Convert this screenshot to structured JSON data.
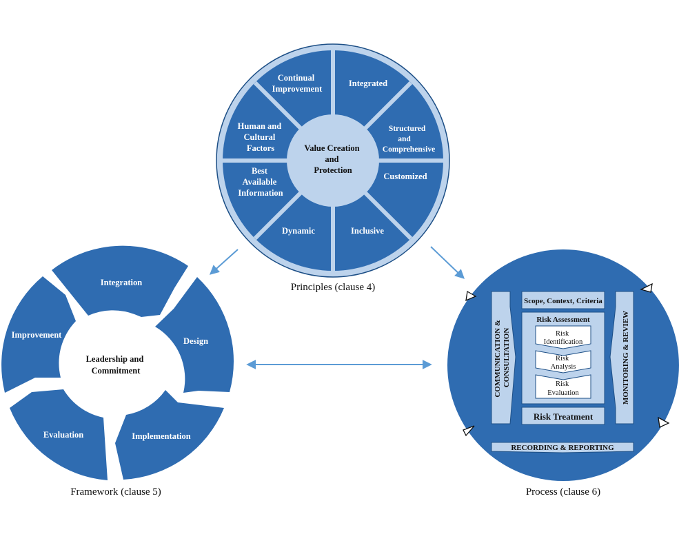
{
  "colors": {
    "dark_blue": "#2f6cb1",
    "light_blue": "#bdd3ec",
    "edge_blue": "#1d4f86",
    "arrow_blue": "#5b9bd5"
  },
  "principles": {
    "caption": "Principles (clause 4)",
    "center": [
      "Value Creation",
      "and",
      "Protection"
    ],
    "segments": {
      "continual_improvement": [
        "Continual",
        "Improvement"
      ],
      "integrated": [
        "Integrated"
      ],
      "structured": [
        "Structured",
        "and",
        "Comprehensive"
      ],
      "customized": [
        "Customized"
      ],
      "inclusive": [
        "Inclusive"
      ],
      "dynamic": [
        "Dynamic"
      ],
      "best_info": [
        "Best",
        "Available",
        "Information"
      ],
      "human": [
        "Human and",
        "Cultural",
        "Factors"
      ]
    }
  },
  "framework": {
    "caption": "Framework (clause 5)",
    "center": [
      "Leadership and",
      "Commitment"
    ],
    "segments": {
      "integration": "Integration",
      "design": "Design",
      "implementation": "Implementation",
      "evaluation": "Evaluation",
      "improvement": "Improvement"
    }
  },
  "process": {
    "caption": "Process (clause 6)",
    "communication": [
      "COMMUNICATION &",
      "CONSULTATION"
    ],
    "monitoring": "MONITORING & REVIEW",
    "scope": "Scope, Context, Criteria",
    "risk_assessment": "Risk Assessment",
    "identification": [
      "Risk",
      "Identification"
    ],
    "analysis": [
      "Risk",
      "Analysis"
    ],
    "evaluation": [
      "Risk",
      "Evaluation"
    ],
    "treatment": "Risk Treatment",
    "recording": "RECORDING & REPORTING"
  }
}
